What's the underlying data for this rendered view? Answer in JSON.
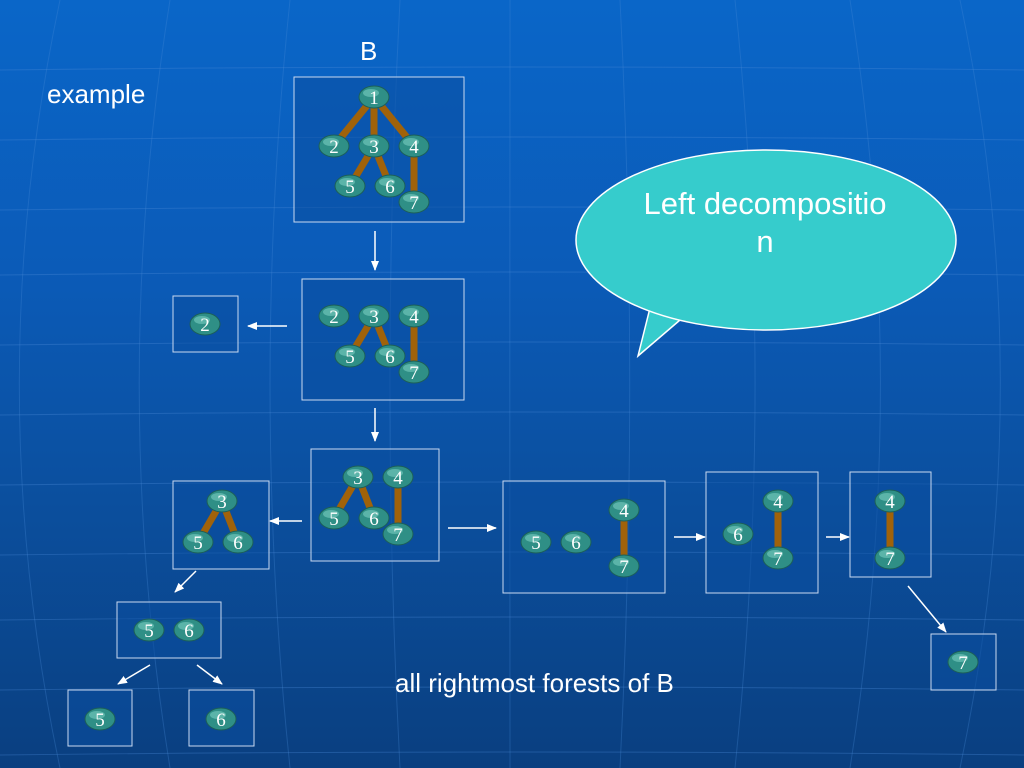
{
  "title": "B",
  "example_label": "example",
  "caption": "all rightmost forests of B",
  "callout": {
    "text": "Left decomposition",
    "fill": "#36cccc",
    "stroke": "#ffffff"
  },
  "colors": {
    "edge": "#a0620a",
    "node_fill": "#2f8f86",
    "node_highlight": "#7fd3c6",
    "box_border": "#c9d9f0",
    "box_fill": "#0b4fa0",
    "arrow": "#ffffff"
  },
  "forests": [
    {
      "id": "b-full",
      "nodes": [
        {
          "label": "1"
        },
        {
          "label": "2"
        },
        {
          "label": "3"
        },
        {
          "label": "4"
        },
        {
          "label": "5"
        },
        {
          "label": "6"
        },
        {
          "label": "7"
        }
      ],
      "edges": [
        [
          "1",
          "2"
        ],
        [
          "1",
          "3"
        ],
        [
          "1",
          "4"
        ],
        [
          "3",
          "5"
        ],
        [
          "3",
          "6"
        ],
        [
          "4",
          "7"
        ]
      ]
    },
    {
      "id": "remove-1",
      "nodes": [
        {
          "label": "2"
        },
        {
          "label": "3"
        },
        {
          "label": "4"
        },
        {
          "label": "5"
        },
        {
          "label": "6"
        },
        {
          "label": "7"
        }
      ],
      "edges": [
        [
          "3",
          "5"
        ],
        [
          "3",
          "6"
        ],
        [
          "4",
          "7"
        ]
      ]
    },
    {
      "id": "tree-2",
      "nodes": [
        {
          "label": "2"
        }
      ],
      "edges": []
    },
    {
      "id": "remove-2",
      "nodes": [
        {
          "label": "3"
        },
        {
          "label": "4"
        },
        {
          "label": "5"
        },
        {
          "label": "6"
        },
        {
          "label": "7"
        }
      ],
      "edges": [
        [
          "3",
          "5"
        ],
        [
          "3",
          "6"
        ],
        [
          "4",
          "7"
        ]
      ]
    },
    {
      "id": "tree-3",
      "nodes": [
        {
          "label": "3"
        },
        {
          "label": "5"
        },
        {
          "label": "6"
        }
      ],
      "edges": [
        [
          "3",
          "5"
        ],
        [
          "3",
          "6"
        ]
      ]
    },
    {
      "id": "remove-3",
      "nodes": [
        {
          "label": "5"
        },
        {
          "label": "6"
        },
        {
          "label": "4"
        },
        {
          "label": "7"
        }
      ],
      "edges": [
        [
          "4",
          "7"
        ]
      ]
    },
    {
      "id": "remove-5",
      "nodes": [
        {
          "label": "6"
        },
        {
          "label": "4"
        },
        {
          "label": "7"
        }
      ],
      "edges": [
        [
          "4",
          "7"
        ]
      ]
    },
    {
      "id": "remove-6",
      "nodes": [
        {
          "label": "4"
        },
        {
          "label": "7"
        }
      ],
      "edges": [
        [
          "4",
          "7"
        ]
      ]
    },
    {
      "id": "tree-7",
      "nodes": [
        {
          "label": "7"
        }
      ],
      "edges": []
    },
    {
      "id": "forest-5-6",
      "nodes": [
        {
          "label": "5"
        },
        {
          "label": "6"
        }
      ],
      "edges": []
    },
    {
      "id": "tree-5",
      "nodes": [
        {
          "label": "5"
        }
      ],
      "edges": []
    },
    {
      "id": "tree-6",
      "nodes": [
        {
          "label": "6"
        }
      ],
      "edges": []
    }
  ]
}
